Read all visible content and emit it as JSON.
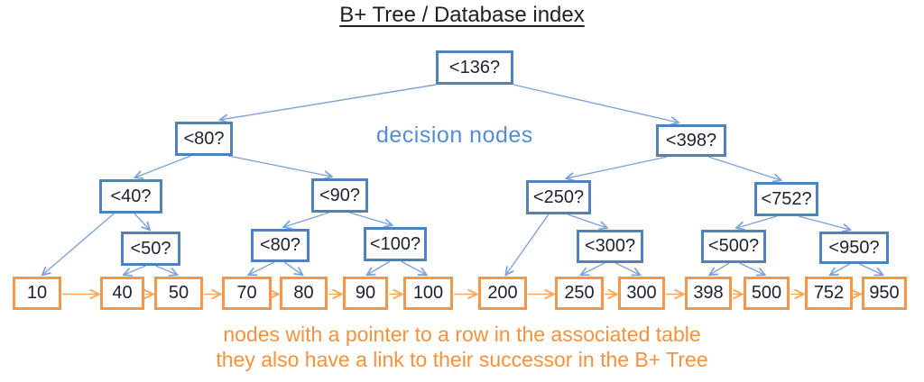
{
  "title": "B+ Tree / Database index",
  "labels": {
    "decision_nodes": "decision nodes",
    "caption_line1": "nodes with a pointer to a row in the associated table",
    "caption_line2": "they also have a link to their successor in the B+ Tree"
  },
  "decision_nodes": [
    {
      "id": "n136",
      "label": "<136?"
    },
    {
      "id": "n80",
      "label": "<80?"
    },
    {
      "id": "n398",
      "label": "<398?"
    },
    {
      "id": "n40",
      "label": "<40?"
    },
    {
      "id": "n90",
      "label": "<90?"
    },
    {
      "id": "n250",
      "label": "<250?"
    },
    {
      "id": "n752",
      "label": "<752?"
    },
    {
      "id": "n50",
      "label": "<50?"
    },
    {
      "id": "n80b",
      "label": "<80?"
    },
    {
      "id": "n100",
      "label": "<100?"
    },
    {
      "id": "n300",
      "label": "<300?"
    },
    {
      "id": "n500",
      "label": "<500?"
    },
    {
      "id": "n950",
      "label": "<950?"
    }
  ],
  "leaf_nodes": [
    "10",
    "40",
    "50",
    "70",
    "80",
    "90",
    "100",
    "200",
    "250",
    "300",
    "398",
    "500",
    "752",
    "950"
  ],
  "tree_edges": [
    [
      "n136",
      "n80"
    ],
    [
      "n136",
      "n398"
    ],
    [
      "n80",
      "n40"
    ],
    [
      "n80",
      "n90"
    ],
    [
      "n40",
      "leaf-10"
    ],
    [
      "n40",
      "n50"
    ],
    [
      "n50",
      "leaf-40"
    ],
    [
      "n50",
      "leaf-50"
    ],
    [
      "n90",
      "n80b"
    ],
    [
      "n90",
      "n100"
    ],
    [
      "n80b",
      "leaf-70"
    ],
    [
      "n80b",
      "leaf-80"
    ],
    [
      "n100",
      "leaf-90"
    ],
    [
      "n100",
      "leaf-100"
    ],
    [
      "n398",
      "n250"
    ],
    [
      "n398",
      "n752"
    ],
    [
      "n250",
      "leaf-200"
    ],
    [
      "n250",
      "n300"
    ],
    [
      "n300",
      "leaf-250"
    ],
    [
      "n300",
      "leaf-300"
    ],
    [
      "n752",
      "n500"
    ],
    [
      "n752",
      "n950"
    ],
    [
      "n500",
      "leaf-398"
    ],
    [
      "n500",
      "leaf-500"
    ],
    [
      "n950",
      "leaf-752"
    ],
    [
      "n950",
      "leaf-950"
    ]
  ],
  "leaf_successor_chain": true,
  "colors": {
    "decision_border": "#4f81bd",
    "edge_blue": "#7da3d8",
    "leaf_border": "#f79646",
    "leaf_link": "#f9a65b",
    "decision_label_blue": "#558dd4",
    "caption_orange": "#f7913d"
  }
}
